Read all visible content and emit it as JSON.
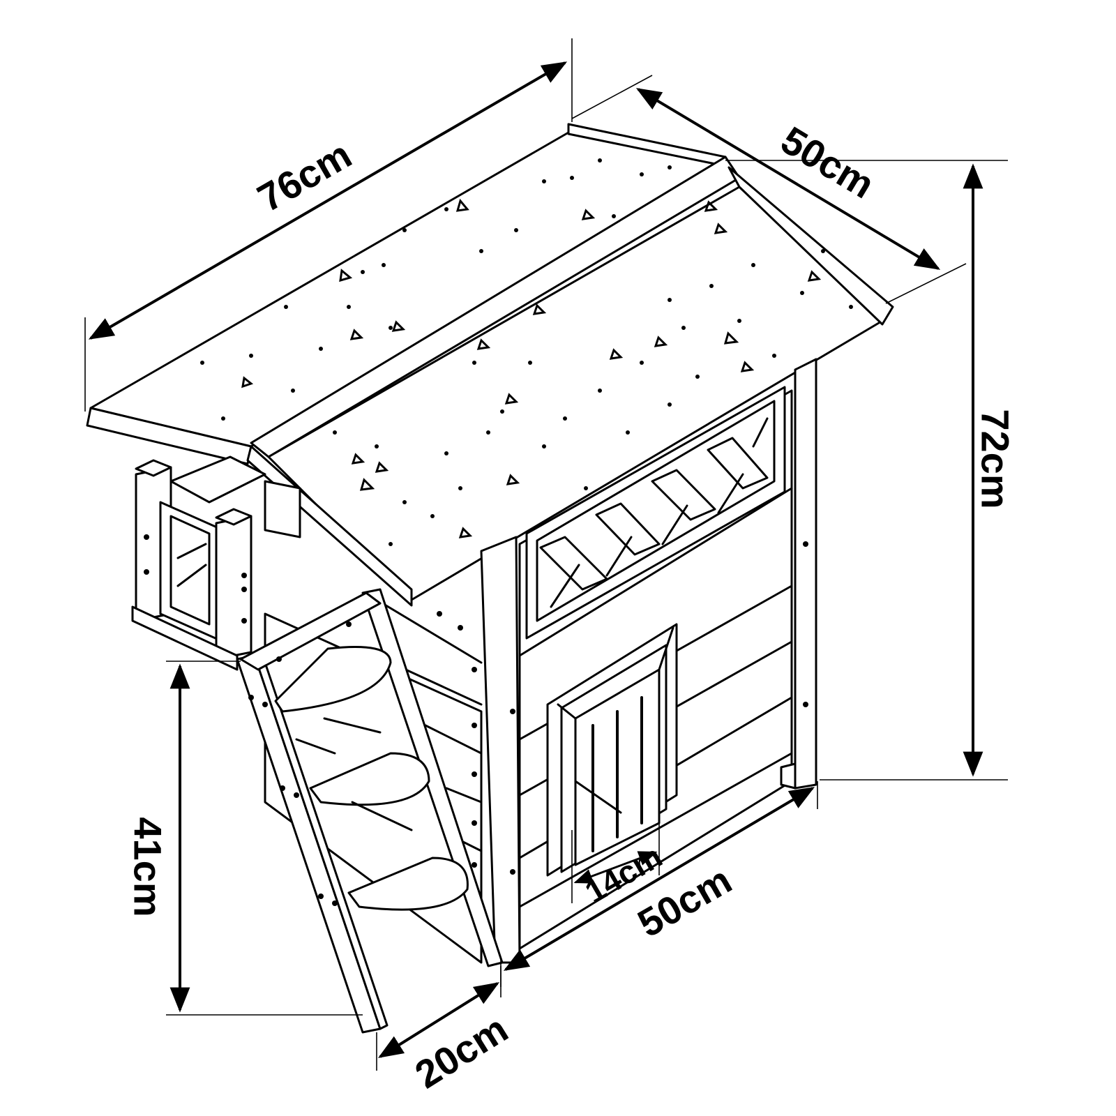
{
  "diagram": {
    "subject": "Wooden two-level cat house with pitched roof, side balcony, curved-step staircase and barred front window",
    "style": "black-and-white isometric line drawing",
    "colors": {
      "line": "#000000",
      "background": "#ffffff"
    }
  },
  "dimensions": {
    "roof_length": {
      "label": "76cm",
      "value": 76,
      "unit": "cm"
    },
    "roof_depth": {
      "label": "50cm",
      "value": 50,
      "unit": "cm"
    },
    "total_height": {
      "label": "72cm",
      "value": 72,
      "unit": "cm"
    },
    "balcony_height": {
      "label": "41cm",
      "value": 41,
      "unit": "cm"
    },
    "front_width": {
      "label": "50cm",
      "value": 50,
      "unit": "cm"
    },
    "window_width": {
      "label": "14cm",
      "value": 14,
      "unit": "cm"
    },
    "stair_depth": {
      "label": "20cm",
      "value": 20,
      "unit": "cm"
    }
  },
  "parts": [
    "roof-left-panel",
    "roof-right-panel",
    "roof-ridge",
    "balcony-railing",
    "staircase",
    "front-wall",
    "window-with-bars",
    "ventilation-slats",
    "corner-posts"
  ]
}
